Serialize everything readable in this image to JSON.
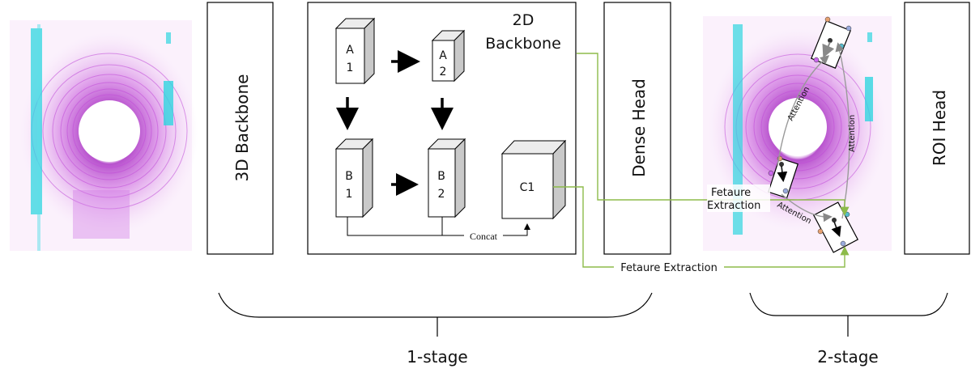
{
  "stages": {
    "first": "1-stage",
    "second": "2-stage"
  },
  "modules": {
    "backbone3d": "3D Backbone",
    "backbone2d_line1": "2D",
    "backbone2d_line2": "Backbone",
    "dense_head": "Dense Head",
    "roi_head": "ROI Head"
  },
  "blocks": {
    "a1": [
      "A",
      "1"
    ],
    "a2": [
      "A",
      "2"
    ],
    "b1": [
      "B",
      "1"
    ],
    "b2": [
      "B",
      "2"
    ],
    "c1": "C1"
  },
  "labels": {
    "concat": "Concat",
    "feature_extraction_top_1": "Fetaure",
    "feature_extraction_top_2": "Extraction",
    "feature_extraction_bottom": "Fetaure Extraction",
    "attention_1": "Attention",
    "attention_2": "Attention",
    "attention_3": "Attention"
  },
  "colors": {
    "connector_green": "#8dbb4a",
    "point_cloud_magenta": "#c04ad8",
    "point_cloud_cyan": "#2fd6e0",
    "block_side": "#c9c9c9",
    "block_top": "#ececec"
  }
}
